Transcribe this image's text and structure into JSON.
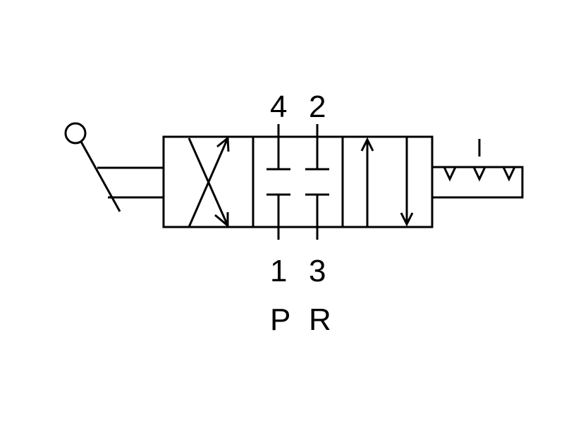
{
  "diagram": {
    "ports_top": [
      {
        "number": "4"
      },
      {
        "number": "2"
      }
    ],
    "ports_bottom": [
      {
        "number": "1",
        "letter": "P"
      },
      {
        "number": "3",
        "letter": "R"
      }
    ],
    "line_color": "#000000",
    "background_color": "#ffffff",
    "actuator_left": "lever-icon",
    "actuator_right": "detent-icon"
  }
}
